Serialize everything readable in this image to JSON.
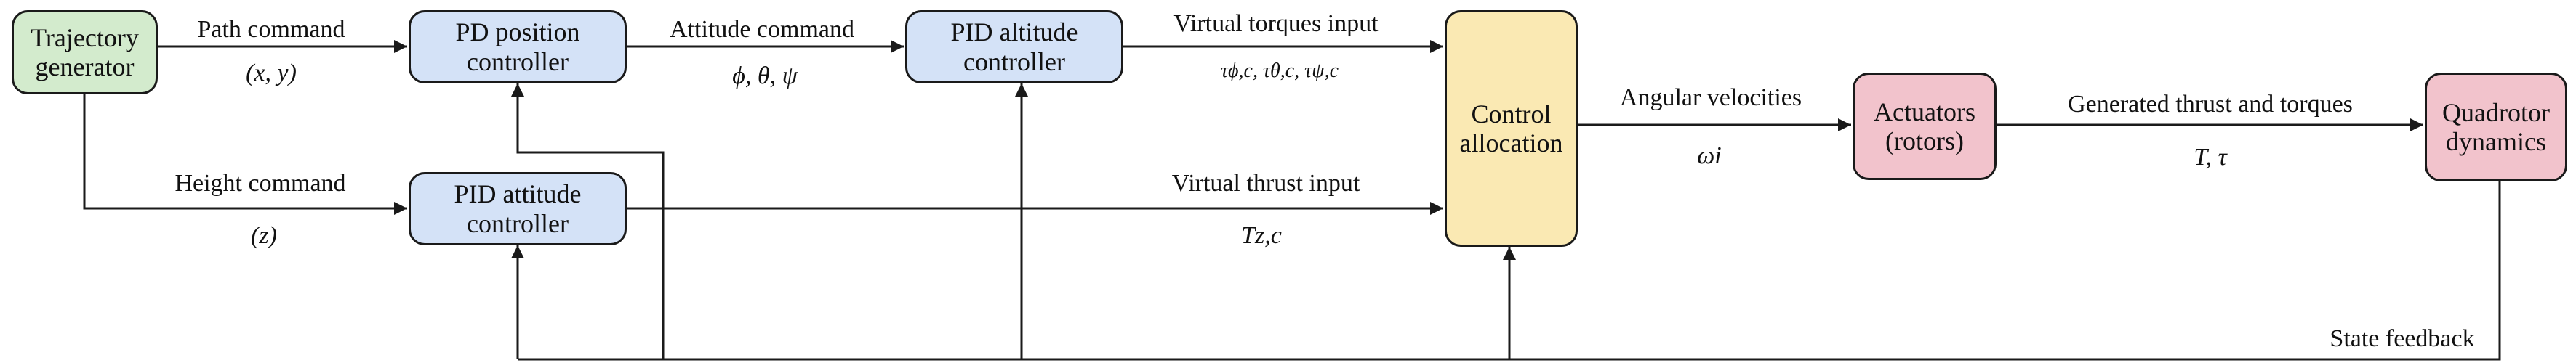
{
  "blocks": {
    "trajectory_generator": {
      "line1": "Trajectory",
      "line2": "generator",
      "color": "#d3ebcd"
    },
    "pd_position_controller": {
      "line1": "PD position",
      "line2": "controller",
      "color": "#d4e2f7"
    },
    "pid_altitude_controller": {
      "line1": "PID altitude",
      "line2": "controller",
      "color": "#d4e2f7"
    },
    "pid_attitude_controller": {
      "line1": "PID attitude",
      "line2": "controller",
      "color": "#d4e2f7"
    },
    "control_allocation": {
      "line1": "Control",
      "line2": "allocation",
      "color": "#fae9b3"
    },
    "actuators": {
      "line1": "Actuators",
      "line2": "(rotors)",
      "color": "#f2c3cc"
    },
    "quadrotor_dynamics": {
      "line1": "Quadrotor",
      "line2": "dynamics",
      "color": "#f2c3cc"
    }
  },
  "signals": {
    "path_command": {
      "label": "Path command",
      "symbol": "(x, y)"
    },
    "height_command": {
      "label": "Height command",
      "symbol": "(z)"
    },
    "attitude_command": {
      "label": "Attitude command",
      "symbol": "ϕ, θ, ψ"
    },
    "virtual_torques": {
      "label": "Virtual torques input",
      "symbol": "τϕ,c, τθ,c, τψ,c"
    },
    "virtual_thrust": {
      "label": "Virtual thrust input",
      "symbol": "Tz,c"
    },
    "angular_velocities": {
      "label": "Angular velocities",
      "symbol": "ωi"
    },
    "generated_thrust": {
      "label": "Generated thrust and torques",
      "symbol": "T, τ"
    },
    "state_feedback": {
      "label": "State feedback"
    }
  }
}
